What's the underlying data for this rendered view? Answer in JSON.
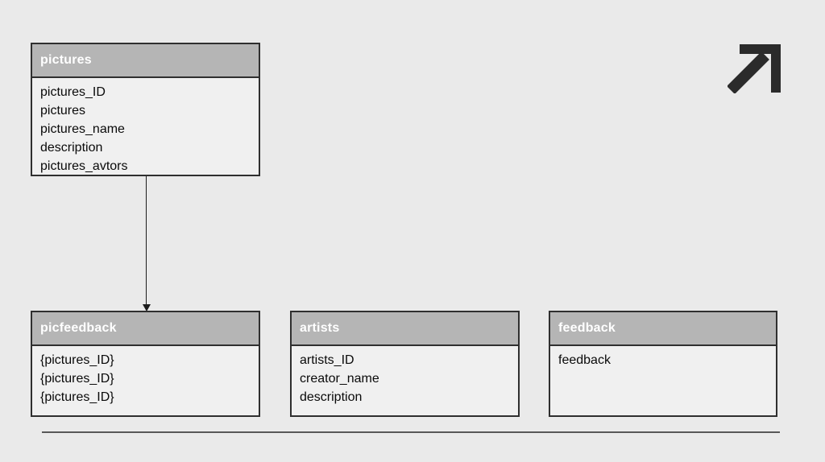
{
  "page": {
    "kind": "database-schema-slide"
  },
  "colors": {
    "background": "#eaeaea",
    "table_header_fill": "#b5b5b5",
    "table_body_fill": "#f0f0f0",
    "table_border": "#2f2f2f",
    "header_text": "#ffffff",
    "body_text": "#0a0a0a",
    "connector": "#1d1d1d",
    "divider": "#585858",
    "icon": "#2b2b2b"
  },
  "icons": {
    "expand": "arrow-up-right-icon"
  },
  "diagram": {
    "tables": [
      {
        "title": "pictures",
        "fields": [
          "pictures_ID",
          "pictures",
          "pictures_name",
          "description",
          "pictures_avtors"
        ]
      },
      {
        "title": "picfeedback",
        "fields": [
          "{pictures_ID}",
          "{pictures_ID}",
          "{pictures_ID}"
        ]
      },
      {
        "title": "artists",
        "fields": [
          "artists_ID",
          "creator_name",
          "description"
        ]
      },
      {
        "title": "feedback",
        "fields": [
          "feedback"
        ]
      }
    ],
    "connector": {
      "from": "pictures",
      "to": "picfeedback",
      "style": "arrow-down"
    }
  }
}
